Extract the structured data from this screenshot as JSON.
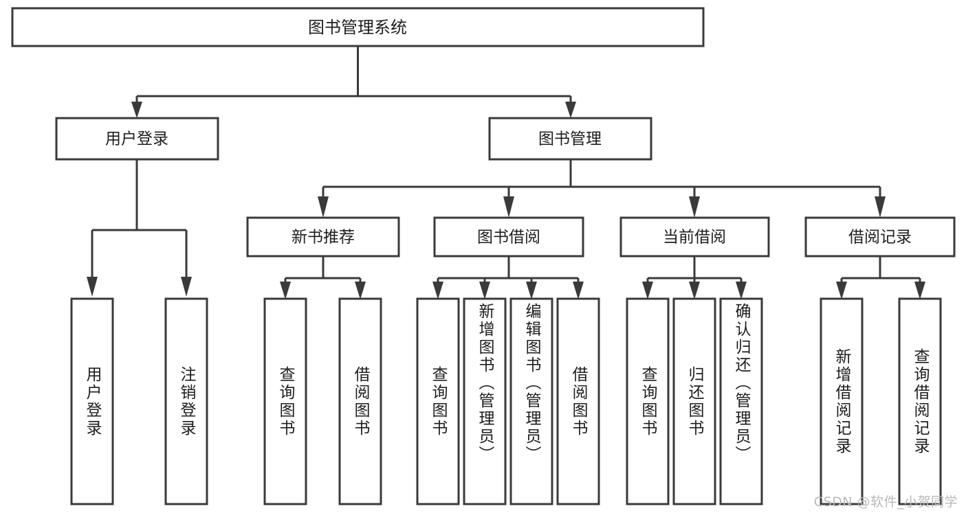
{
  "diagram": {
    "type": "tree-hierarchy",
    "title": "图书管理系统",
    "orientation": "top-down",
    "colors": {
      "stroke": "#3a3a3a",
      "box_fill": "#ffffff",
      "text": "#1d1d1d",
      "background": "#ffffff",
      "watermark": "#b9b9b9"
    },
    "root": {
      "label": "图书管理系统"
    },
    "level2": [
      {
        "id": "user-login",
        "label": "用户登录"
      },
      {
        "id": "book-manage",
        "label": "图书管理"
      }
    ],
    "level3": [
      {
        "id": "new-book-recommend",
        "label": "新书推荐",
        "parent": "book-manage"
      },
      {
        "id": "book-borrow",
        "label": "图书借阅",
        "parent": "book-manage"
      },
      {
        "id": "current-borrow",
        "label": "当前借阅",
        "parent": "book-manage"
      },
      {
        "id": "borrow-record",
        "label": "借阅记录",
        "parent": "book-manage"
      }
    ],
    "leaves": {
      "user-login": [
        {
          "id": "leaf-user-login",
          "label": "用户登录"
        },
        {
          "id": "leaf-logout",
          "label": "注销登录"
        }
      ],
      "new-book-recommend": [
        {
          "id": "leaf-query-book-1",
          "label": "查询图书"
        },
        {
          "id": "leaf-borrow-book-1",
          "label": "借阅图书"
        }
      ],
      "book-borrow": [
        {
          "id": "leaf-query-book-2",
          "label": "查询图书"
        },
        {
          "id": "leaf-add-book",
          "label": "新增图书（管理员）"
        },
        {
          "id": "leaf-edit-book",
          "label": "编辑图书（管理员）"
        },
        {
          "id": "leaf-borrow-book-2",
          "label": "借阅图书"
        }
      ],
      "current-borrow": [
        {
          "id": "leaf-query-book-3",
          "label": "查询图书"
        },
        {
          "id": "leaf-return-book",
          "label": "归还图书"
        },
        {
          "id": "leaf-confirm-return",
          "label": "确认归还（管理员）"
        }
      ],
      "borrow-record": [
        {
          "id": "leaf-add-record",
          "label": "新增借阅记录"
        },
        {
          "id": "leaf-query-record",
          "label": "查询借阅记录"
        }
      ]
    }
  },
  "watermark": {
    "text": "CSDN @软件_小贺同学"
  }
}
